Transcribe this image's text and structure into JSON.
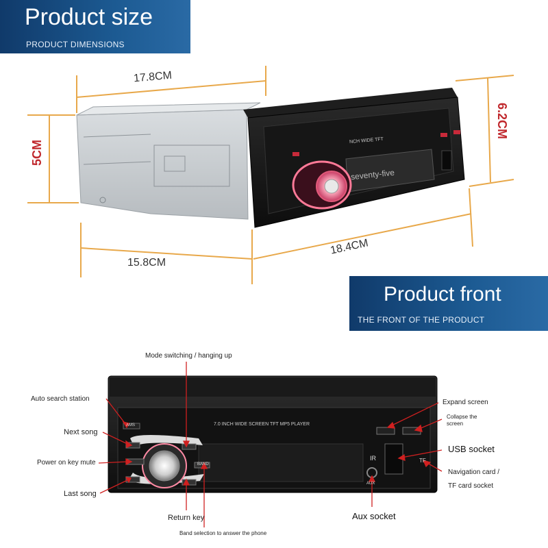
{
  "section_size": {
    "title": "Product size",
    "subtitle": "PRODUCT DIMENSIONS"
  },
  "dimensions": {
    "top_length": "17.8CM",
    "bottom_length": "15.8CM",
    "front_width": "18.4CM",
    "left_height": "5CM",
    "right_height": "6.2CM"
  },
  "device_top": {
    "screen_text": "seventy-five",
    "panel_caption": "NCH WIDE TFT"
  },
  "section_front": {
    "title": "Product front",
    "subtitle": "THE FRONT OF THE PRODUCT"
  },
  "device_front": {
    "panel_caption": "7.0 INCH WIDE SCREEN TFT MP5 PLAYER",
    "ams_label": "AMS",
    "band_label": "BAND",
    "ir_label": "IR",
    "tf_label": "TF",
    "aux_label": "AUX"
  },
  "callouts": {
    "mode_switching": "Mode switching / hanging up",
    "auto_search": "Auto search station",
    "next_song": "Next song",
    "power_mute": "Power on key mute",
    "last_song": "Last song",
    "return_key": "Return key",
    "band_selection": "Band selection to answer the phone",
    "expand_screen": "Expand screen",
    "collapse_screen_1": "Collapse the",
    "collapse_screen_2": "screen",
    "usb_socket": "USB socket",
    "nav_card_1": "Navigation card /",
    "nav_card_2": "TF card socket",
    "aux_socket": "Aux socket"
  },
  "colors": {
    "banner_dark": "#103a6a",
    "banner_light": "#2a6aa5",
    "dimension_line": "#e8a84a",
    "dimension_vertical_text": "#c0282d",
    "callout_arrow": "#d02020",
    "knob_glow": "#ff6a8a"
  }
}
